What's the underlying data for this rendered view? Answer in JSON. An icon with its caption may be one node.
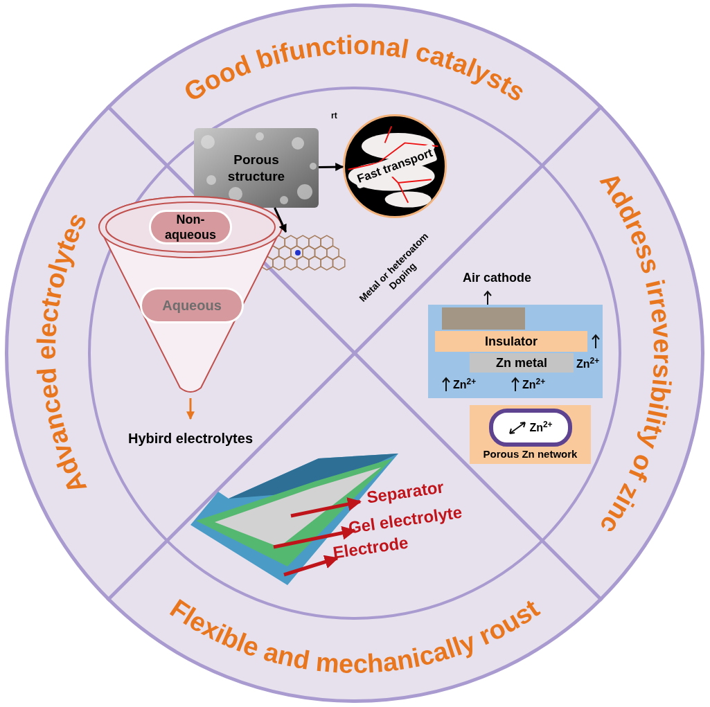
{
  "diagram": {
    "nodes": [
      {
        "text": [
          "Porous structure"
        ]
      },
      {
        "text": [
          "Fast transport"
        ]
      },
      {
        "text": [],
        "shape": "picture",
        "beside": [
          "Metal or heteroatom Doping"
        ]
      },
      {
        "text": [],
        "shape": "funnel"
      },
      {
        "text": [
          "Non-aqueous"
        ],
        "in": 3
      },
      {
        "text": [
          "Aqueous"
        ],
        "in": 3
      },
      {
        "text": [
          "Hybird electrolytes"
        ]
      },
      {
        "text": [],
        "shape": "box"
      },
      {
        "text": [
          "Air cathode"
        ],
        "in": 7
      },
      {
        "text": [
          "Insulator"
        ],
        "in": 7
      },
      {
        "text": [
          "Zn metal"
        ],
        "in": 7
      },
      {
        "text": [
          "Porous Zn network"
        ]
      },
      {
        "text": [
          "Zn$^{2+}$"
        ],
        "in": 11
      },
      {
        "text": [],
        "shape": "picture"
      },
      {
        "text": [
          "Separator"
        ]
      },
      {
        "text": [
          "Gel electrolyte"
        ]
      },
      {
        "text": [
          "Electrode"
        ]
      }
    ],
    "edges": [
      {
        "from": 0,
        "to": 1,
        "arrow": "to",
        "color": "#000000"
      },
      {
        "from": 0,
        "to": 2,
        "arrow": "to",
        "color": "#000000"
      },
      {
        "from": 3,
        "to": 6,
        "arrow": "to",
        "color": "#e8761e"
      },
      {
        "from": 13,
        "to": 14,
        "arrow": "to"
      },
      {
        "from": 13,
        "to": 15,
        "arrow": "to"
      },
      {
        "from": 13,
        "to": 16,
        "arrow": "to"
      }
    ],
    "labels": [
      "Good bifunctional catalysts",
      "Address irreversibility of zinc",
      "Flexible and mechanically roust",
      "Advanced electrolytes",
      "rt",
      "Zn$^{2+}$",
      "Zn$^{2+}$",
      "Zn$^{2+}$"
    ]
  }
}
